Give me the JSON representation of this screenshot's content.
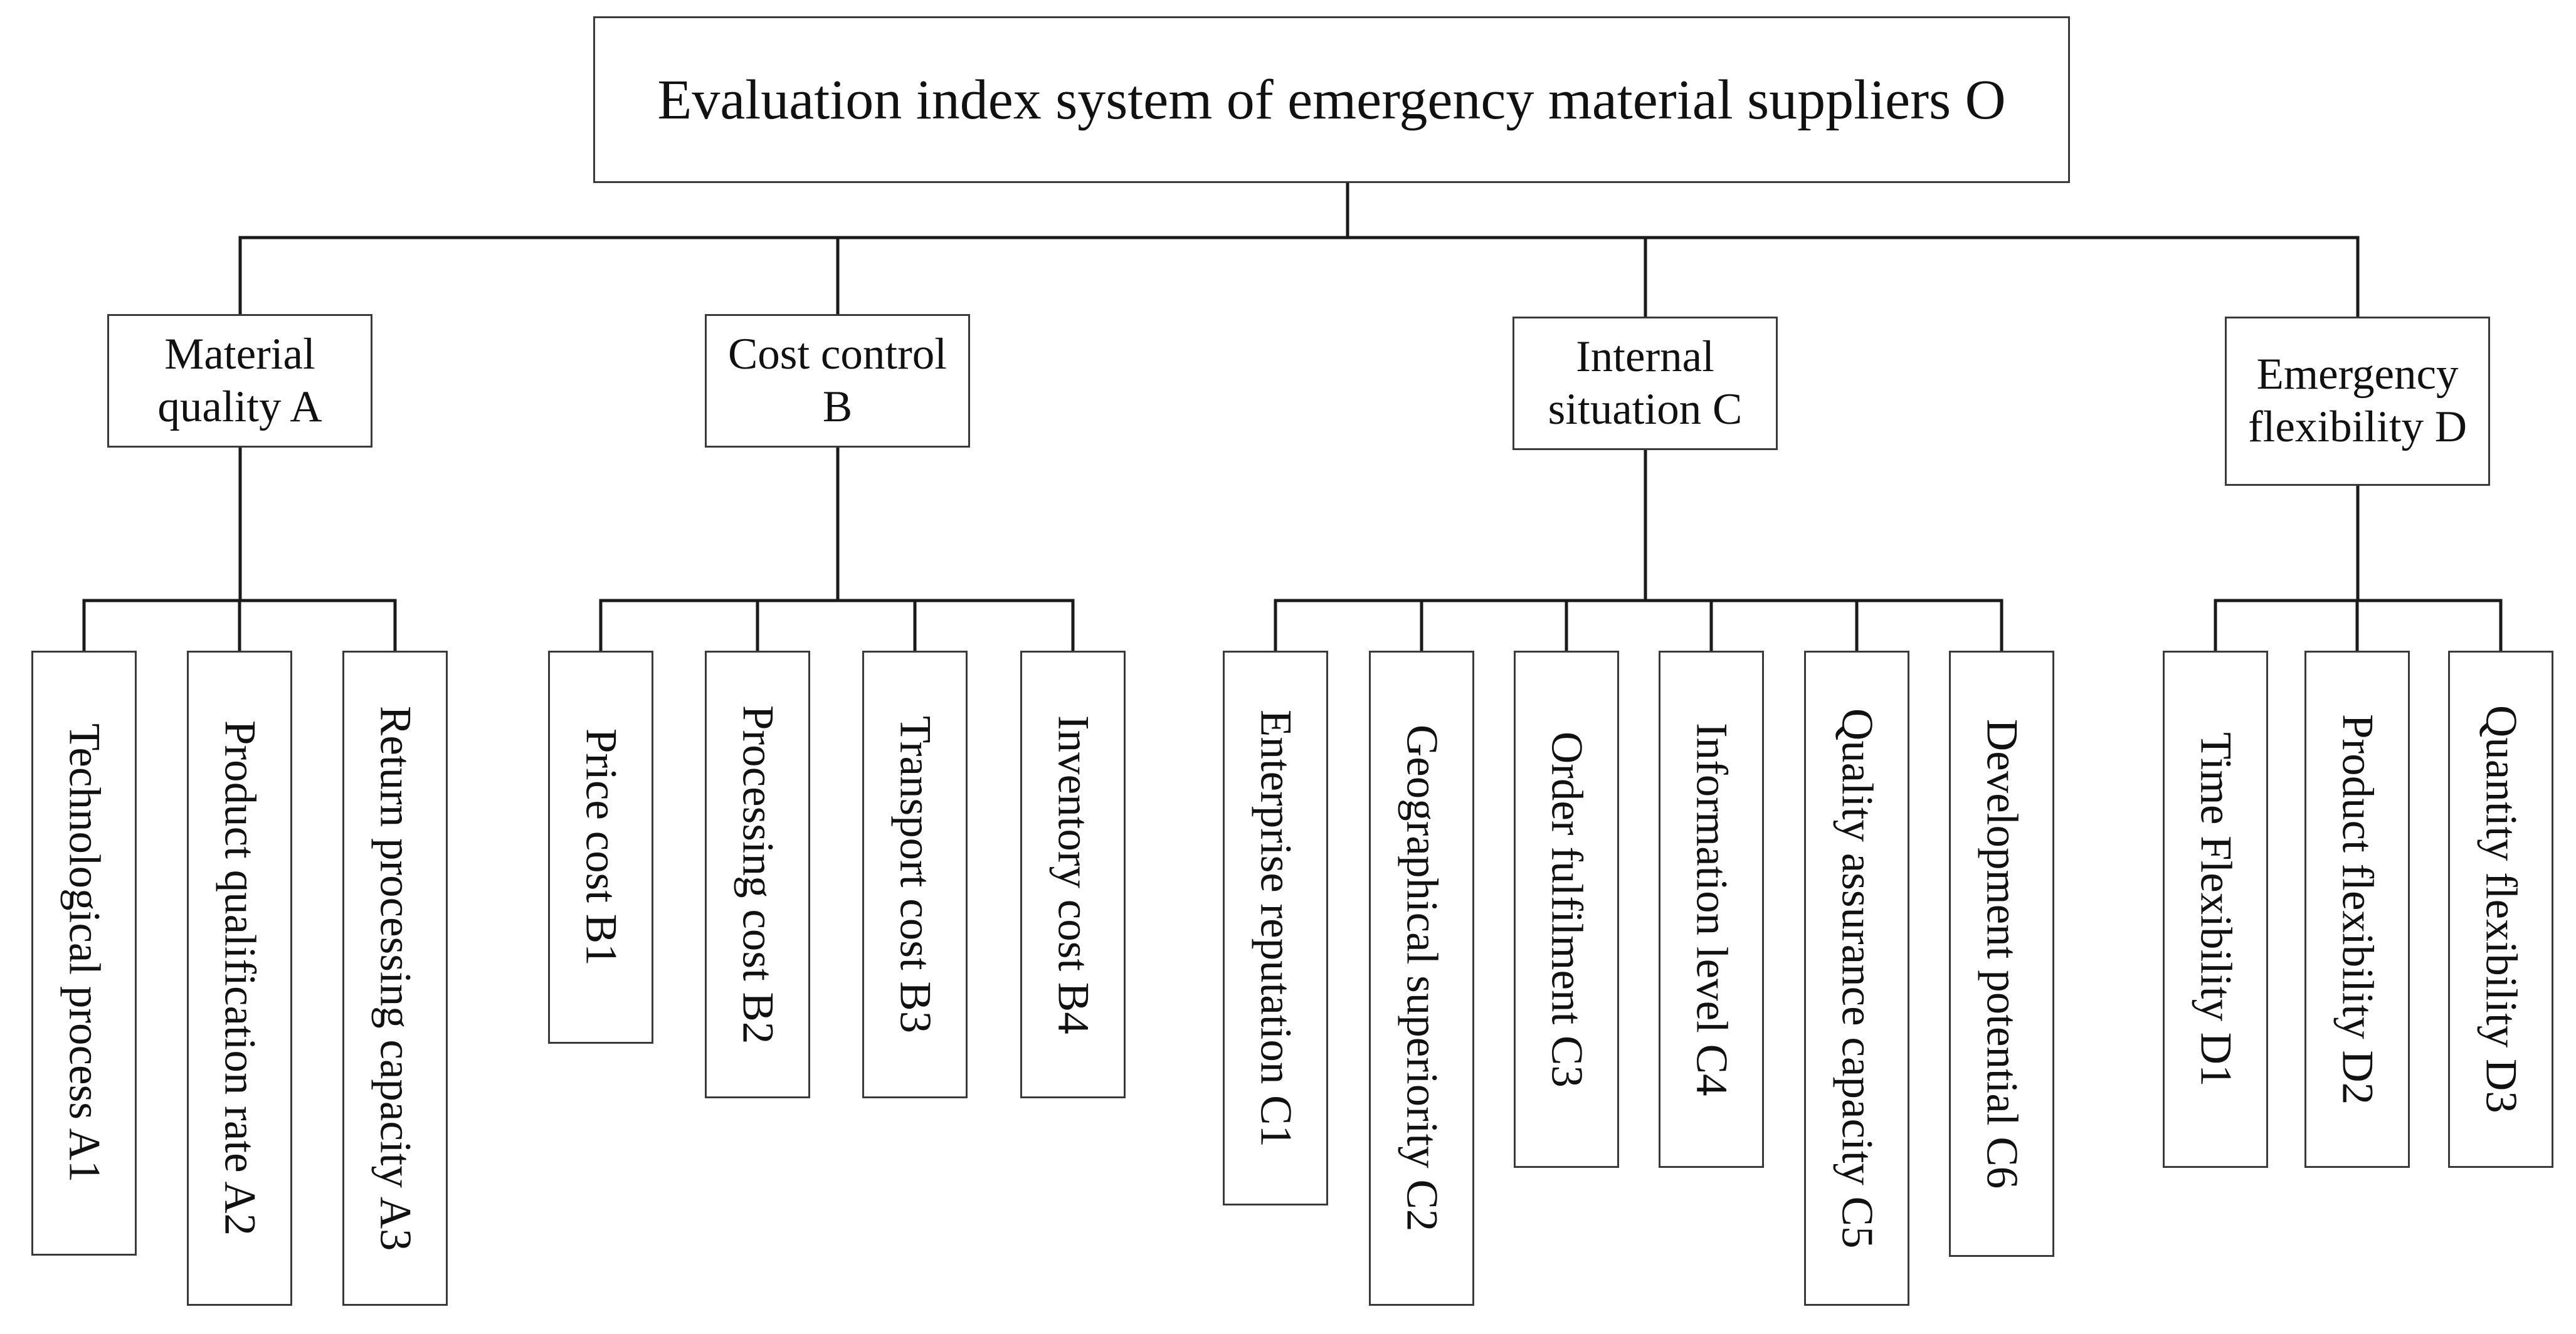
{
  "root": {
    "label": "Evaluation index system of emergency material suppliers O"
  },
  "categories": [
    {
      "label": "Material quality A",
      "indicators": [
        "Technological process A1",
        "Product qualification rate A2",
        "Return processing capacity A3"
      ]
    },
    {
      "label": "Cost control B",
      "indicators": [
        "Price cost B1",
        "Processing cost B2",
        "Transport cost B3",
        "Inventory cost  B4"
      ]
    },
    {
      "label": "Internal situation C",
      "indicators": [
        "Enterprise reputation C1",
        "Geographical superiority C2",
        "Order fulfilment C3",
        "Information level C4",
        "Quality assurance capacity C5",
        "Development potential C6"
      ]
    },
    {
      "label": "Emergency flexibility D",
      "indicators": [
        "Time Flexibility D1",
        "Product flexibility D2",
        "Quantity flexibility D3"
      ]
    }
  ]
}
